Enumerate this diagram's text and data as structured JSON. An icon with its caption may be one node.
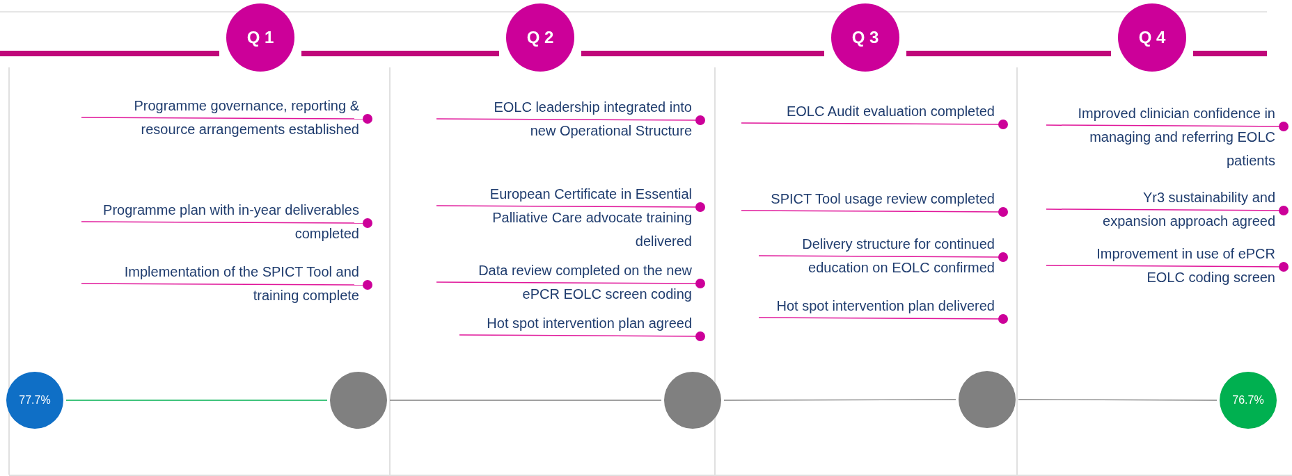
{
  "diagram": {
    "nodes": [
      {
        "text": [
          "Q 1"
        ]
      },
      {
        "text": [
          "Q 2"
        ]
      },
      {
        "text": [
          "Q 3"
        ]
      },
      {
        "text": [
          "Q 4"
        ]
      },
      {
        "text": [
          "Programme governance, reporting & resource arrangements established"
        ]
      },
      {
        "text": [
          "Programme plan with in-year deliverables completed"
        ]
      },
      {
        "text": [
          "Implementation of the SPICT Tool and training complete"
        ]
      },
      {
        "text": [
          "EOLC leadership integrated into new Operational Structure"
        ]
      },
      {
        "text": [
          "European Certificate in Essential Palliative Care advocate training delivered"
        ]
      },
      {
        "text": [
          "Data review completed on the new ePCR EOLC screen coding"
        ]
      },
      {
        "text": [
          "Hot spot intervention plan agreed"
        ]
      },
      {
        "text": [
          "EOLC Audit evaluation completed"
        ]
      },
      {
        "text": [
          "SPICT Tool usage review completed"
        ]
      },
      {
        "text": [
          "Delivery structure for continued education on EOLC confirmed"
        ]
      },
      {
        "text": [
          "Hot spot intervention plan delivered"
        ]
      },
      {
        "text": [
          "Improved clinician confidence in managing and referring EOLC patients"
        ]
      },
      {
        "text": [
          "Yr3 sustainability and expansion approach agreed"
        ]
      },
      {
        "text": [
          "Improvement in use of ePCR EOLC coding screen"
        ]
      },
      {
        "text": [
          "77.7%"
        ]
      },
      {
        "text": [],
        "shape": "circle"
      },
      {
        "text": [],
        "shape": "circle"
      },
      {
        "text": [],
        "shape": "circle"
      },
      {
        "text": [
          "76.7%"
        ]
      }
    ],
    "edges": [
      {
        "from": null,
        "to": 0,
        "arrow": "none"
      },
      {
        "from": 0,
        "to": 1,
        "arrow": "none"
      },
      {
        "from": 1,
        "to": 2,
        "arrow": "none"
      },
      {
        "from": 2,
        "to": 3,
        "arrow": "none"
      },
      {
        "from": 3,
        "to": null,
        "arrow": "none"
      },
      {
        "from": 18,
        "to": 19,
        "arrow": "none",
        "color": "#00b050"
      },
      {
        "from": 19,
        "to": 20,
        "arrow": "none",
        "color": "#808080"
      },
      {
        "from": 20,
        "to": 21,
        "arrow": "none",
        "color": "#808080"
      },
      {
        "from": 21,
        "to": 22,
        "arrow": "none",
        "color": "#808080"
      }
    ]
  }
}
